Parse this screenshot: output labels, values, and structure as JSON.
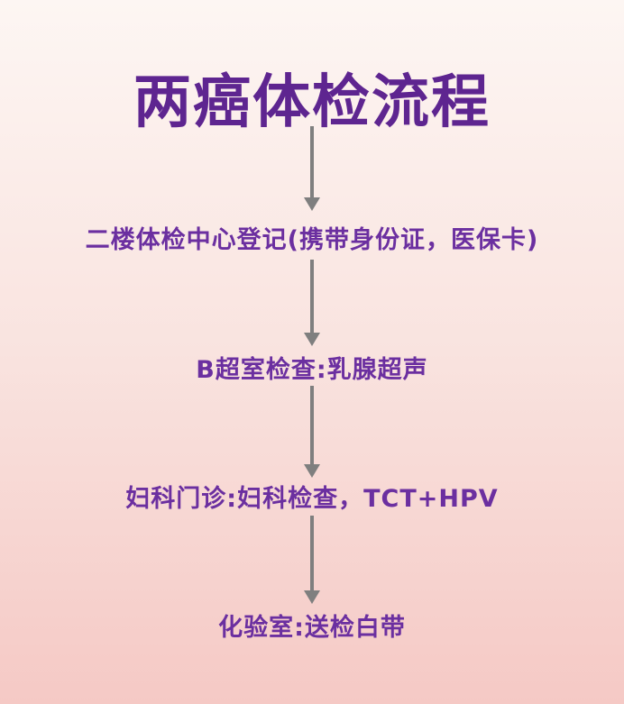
{
  "title": "两癌体检流程",
  "steps": [
    "二楼体检中心登记(携带身份证，医保卡)",
    "B超室检查:乳腺超声",
    "妇科门诊:妇科检查，TCT+HPV",
    "化验室:送检白带"
  ],
  "colors": {
    "title": "#5e2590",
    "text": "#6b2fa0",
    "arrow": "#7f7f7f"
  }
}
